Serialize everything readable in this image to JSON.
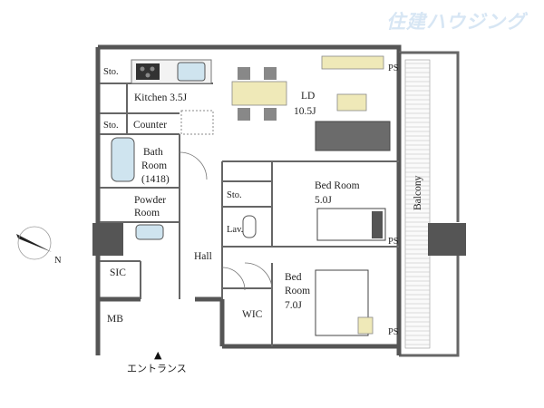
{
  "brand": {
    "text": "住建ハウジング",
    "color": "#d7e6f4"
  },
  "rooms": {
    "sto_kitchen": "Sto.",
    "kitchen": "Kitchen 3.5J",
    "sto_counter": "Sto.",
    "counter": "Counter",
    "bath_l1": "Bath",
    "bath_l2": "Room",
    "bath_l3": "(1418)",
    "powder_l1": "Powder",
    "powder_l2": "Room",
    "ld_l1": "LD",
    "ld_l2": "10.5J",
    "sto_hall": "Sto.",
    "lav": "Lav.",
    "hall": "Hall",
    "bed1_l1": "Bed Room",
    "bed1_l2": "5.0J",
    "bed2_l1": "Bed",
    "bed2_l2": "Room",
    "bed2_l3": "7.0J",
    "wic": "WIC",
    "sic": "SIC",
    "mb": "MB",
    "balcony": "Balcony",
    "ps1": "PS",
    "ps2": "PS",
    "ps3": "PS",
    "entrance": "エントランス"
  },
  "compass": {
    "label": "N"
  },
  "colors": {
    "wall": "#555555",
    "floor_accent": "#efe9b8",
    "sofa": "#6b6b6b",
    "appliance": "#cfe4ef",
    "counter_tiles": "#e9d98c"
  }
}
